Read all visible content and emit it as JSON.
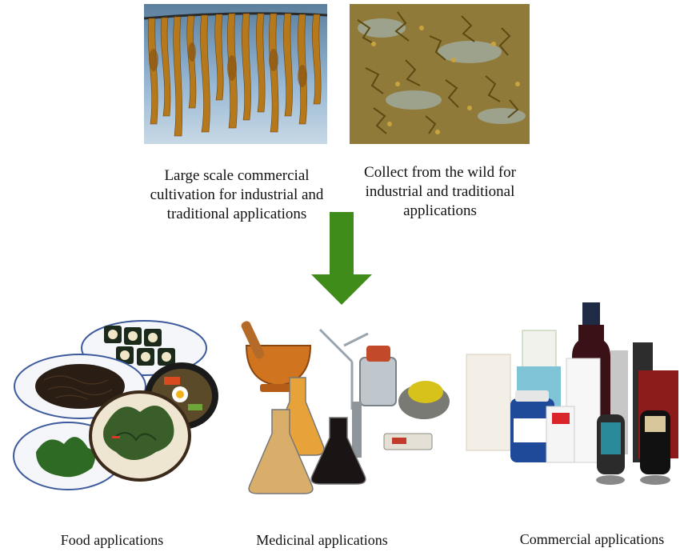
{
  "sources": {
    "cultivation_caption": "Large scale commercial cultivation for industrial and traditional applications",
    "wild_caption": "Collect from the wild for industrial and traditional applications"
  },
  "applications": {
    "food_label": "Food applications",
    "medicinal_label": "Medicinal applications",
    "commercial_label": "Commercial applications"
  },
  "colors": {
    "arrow": "#3f8c1a",
    "seaweed": "#b07a1e",
    "sea": "#7fa6c8"
  },
  "icons": [
    "cultivated-kelp-photo",
    "wild-seaweed-photo",
    "down-arrow-icon",
    "food-dishes-illustration",
    "lab-equipment-illustration",
    "product-bottles-illustration"
  ]
}
